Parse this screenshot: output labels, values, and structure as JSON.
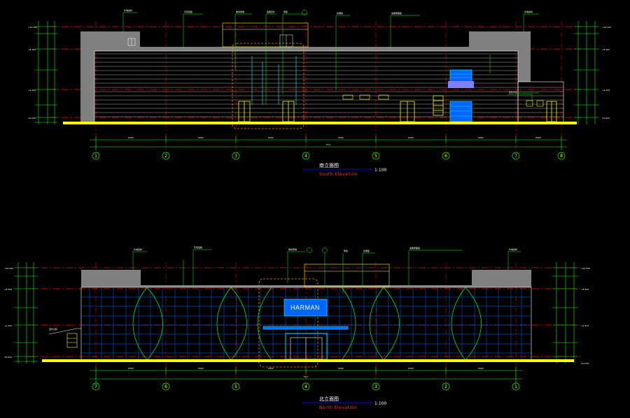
{
  "drawing": {
    "background": "#000000",
    "colors": {
      "grid_line": "#ff0000",
      "dimension": "#00ff00",
      "facade": "#ffffff",
      "ground": "#ffff00",
      "wall_grey": "#808080",
      "glass_blue": "#0066ff",
      "leader": "#ffff00",
      "panel_cyan": "#00ffff",
      "window_purple": "#8080ff",
      "title_underline": "#0000ff",
      "subtitle": "#ff3030",
      "highlight_box": "#ff8000"
    },
    "south": {
      "title": "南立面图",
      "subtitle": "South Elevation",
      "scale": "1:100",
      "axes": [
        "1",
        "2",
        "3",
        "4",
        "5",
        "6",
        "7",
        "8"
      ],
      "overall_dim": "57m",
      "span_labels": [
        "8400",
        "8400",
        "8400",
        "8400",
        "8400",
        "8400",
        "8400"
      ]
    },
    "north": {
      "title": "北立面图",
      "subtitle": "North Elevation",
      "scale": "1:100",
      "axes": [
        "7",
        "6",
        "5",
        "4",
        "3",
        "2",
        "1"
      ],
      "overall_dim": "57m",
      "span_labels": [
        "8400",
        "8400",
        "8400",
        "8400",
        "8400",
        "8400"
      ],
      "logo": "HARMAN"
    }
  }
}
